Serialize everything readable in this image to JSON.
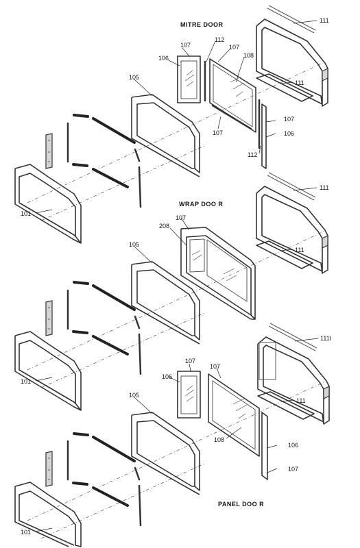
{
  "titles": {
    "mitre": "MITRE DOOR",
    "wrap": "WRAP DOO R",
    "panel": "PANEL DOO R"
  },
  "callouts": {
    "c101": "101",
    "c105": "105",
    "c106": "106",
    "c107": "107",
    "c108": "108",
    "c111": "111",
    "c112": "112",
    "c208": "208",
    "c111b": "111I"
  }
}
